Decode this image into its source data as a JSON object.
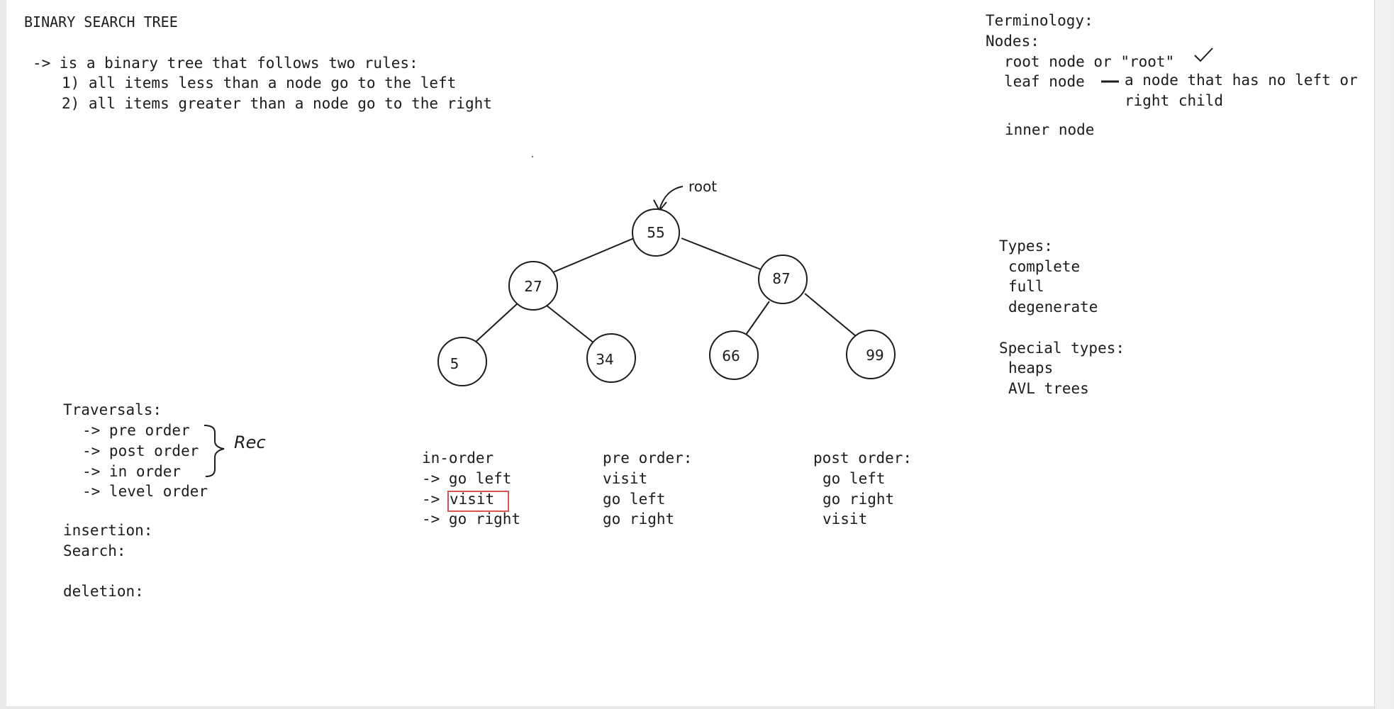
{
  "title": "BINARY SEARCH TREE",
  "rules": {
    "intro": "-> is a binary tree that follows two rules:",
    "rule1": "1) all items less than a node go to the left",
    "rule2": "2) all items greater than a node go to the right"
  },
  "terminology": {
    "heading": "Terminology:",
    "nodes_heading": "Nodes:",
    "root_node": "root node or \"root\"",
    "leaf_node": "leaf node",
    "leaf_def_1": "a node that has no left or",
    "leaf_def_2": "right child",
    "inner_node": "inner node"
  },
  "types": {
    "heading": "Types:",
    "items": [
      "complete",
      "full",
      "degenerate"
    ]
  },
  "special_types": {
    "heading": "Special types:",
    "items": [
      "heaps",
      "AVL trees"
    ]
  },
  "traversals": {
    "heading": "Traversals:",
    "items": [
      "-> pre order",
      "-> post order",
      "-> in order",
      "-> level order"
    ],
    "brace_note": "Rec"
  },
  "operations": [
    "insertion:",
    "Search:",
    "deletion:"
  ],
  "tree": {
    "root_label": "root",
    "nodes": [
      "55",
      "27",
      "87",
      "5",
      "34",
      "66",
      "99"
    ]
  },
  "in_order": {
    "heading": "in-order",
    "steps": [
      "-> go left",
      "-> ",
      "visit",
      "-> go right"
    ]
  },
  "pre_order": {
    "heading": "pre order:",
    "steps": [
      "visit",
      "go left",
      "go right"
    ]
  },
  "post_order": {
    "heading": "post order:",
    "steps": [
      "go left",
      "go right",
      "visit"
    ]
  },
  "colors": {
    "ink": "#1c1c1c",
    "highlight_box": "#d9534f"
  }
}
